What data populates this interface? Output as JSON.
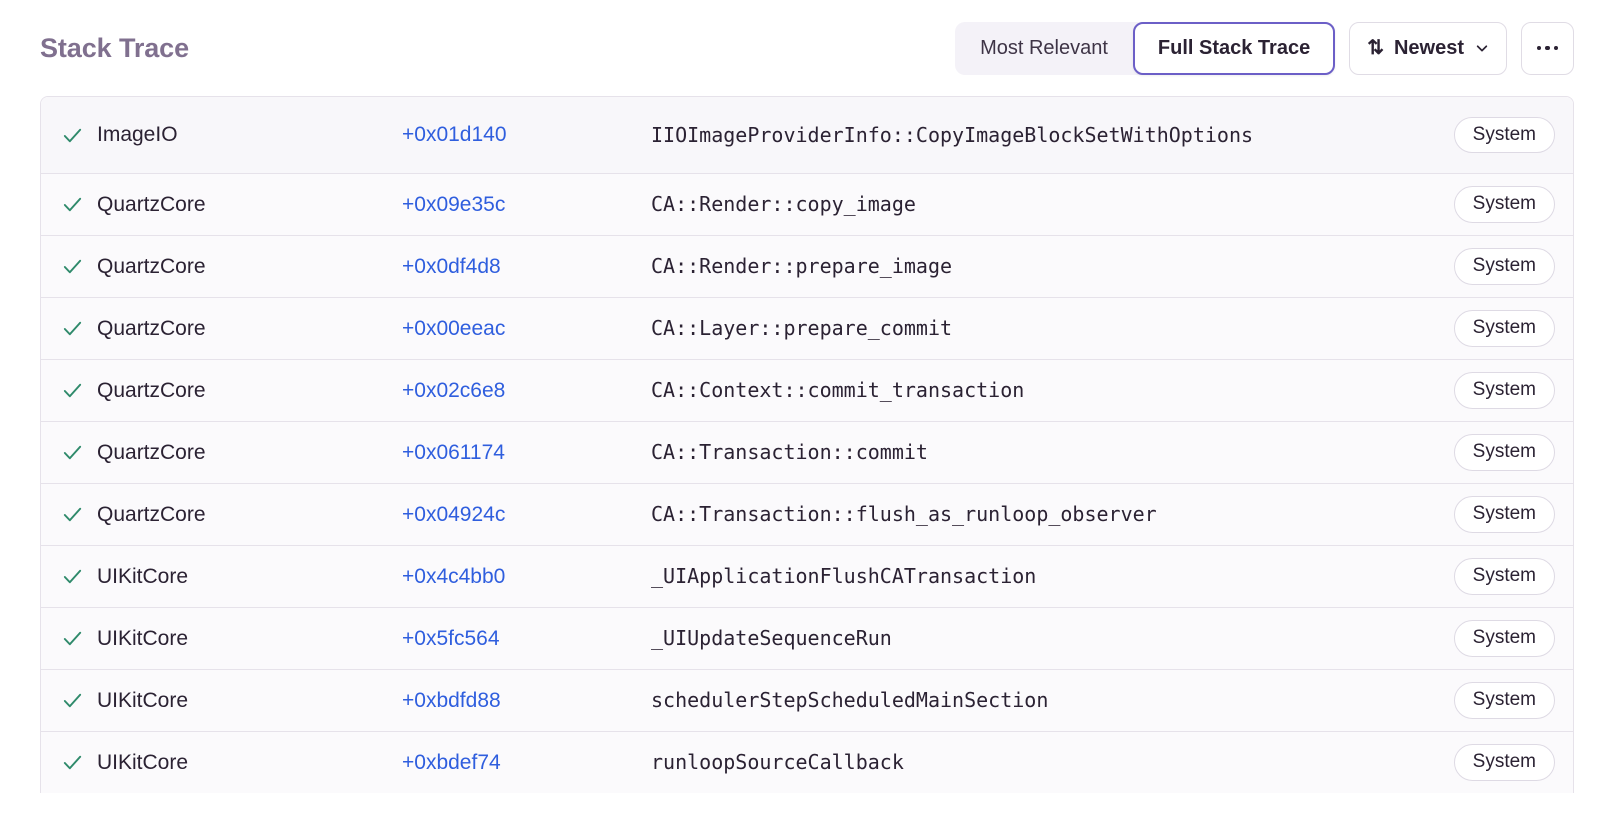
{
  "header": {
    "title": "Stack Trace",
    "segmented": {
      "options": [
        {
          "label": "Most Relevant",
          "selected": false
        },
        {
          "label": "Full Stack Trace",
          "selected": true
        }
      ]
    },
    "sort": {
      "icon": "sort-arrows-icon",
      "label": "Newest",
      "chevron": "chevron-down-icon"
    },
    "overflow": {
      "icon": "ellipsis-icon"
    },
    "accent_color": "#6c5fc7"
  },
  "trace": {
    "columns": [
      "status",
      "module",
      "offset",
      "function",
      "origin"
    ],
    "frames": [
      {
        "status": "check",
        "module": "ImageIO",
        "offset": "+0x01d140",
        "function": "IIOImageProviderInfo::CopyImageBlockSetWithOptions",
        "badge": "System"
      },
      {
        "status": "check",
        "module": "QuartzCore",
        "offset": "+0x09e35c",
        "function": "CA::Render::copy_image",
        "badge": "System"
      },
      {
        "status": "check",
        "module": "QuartzCore",
        "offset": "+0x0df4d8",
        "function": "CA::Render::prepare_image",
        "badge": "System"
      },
      {
        "status": "check",
        "module": "QuartzCore",
        "offset": "+0x00eeac",
        "function": "CA::Layer::prepare_commit",
        "badge": "System"
      },
      {
        "status": "check",
        "module": "QuartzCore",
        "offset": "+0x02c6e8",
        "function": "CA::Context::commit_transaction",
        "badge": "System"
      },
      {
        "status": "check",
        "module": "QuartzCore",
        "offset": "+0x061174",
        "function": "CA::Transaction::commit",
        "badge": "System"
      },
      {
        "status": "check",
        "module": "QuartzCore",
        "offset": "+0x04924c",
        "function": "CA::Transaction::flush_as_runloop_observer",
        "badge": "System"
      },
      {
        "status": "check",
        "module": "UIKitCore",
        "offset": "+0x4c4bb0",
        "function": "_UIApplicationFlushCATransaction",
        "badge": "System"
      },
      {
        "status": "check",
        "module": "UIKitCore",
        "offset": "+0x5fc564",
        "function": "_UIUpdateSequenceRun",
        "badge": "System"
      },
      {
        "status": "check",
        "module": "UIKitCore",
        "offset": "+0xbdfd88",
        "function": "schedulerStepScheduledMainSection",
        "badge": "System"
      },
      {
        "status": "check",
        "module": "UIKitCore",
        "offset": "+0xbdef74",
        "function": "runloopSourceCallback",
        "badge": "System"
      }
    ]
  },
  "colors": {
    "check_green": "#2f8a6b",
    "offset_blue": "#2f5ede",
    "title_muted": "#80708f"
  }
}
